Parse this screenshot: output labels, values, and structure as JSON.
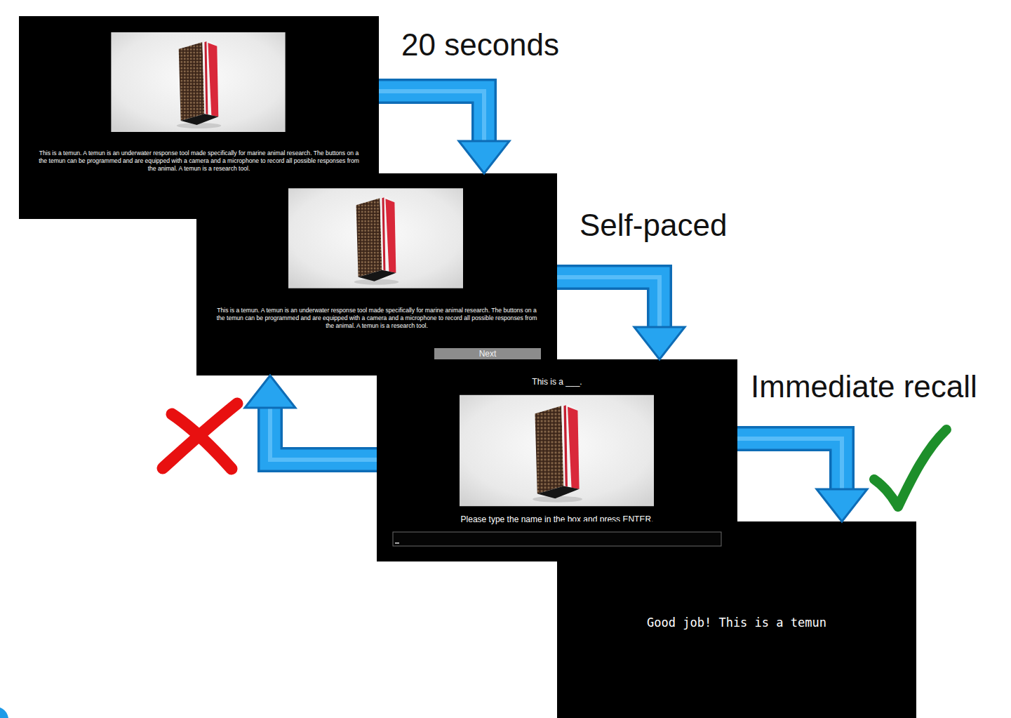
{
  "diagram": {
    "nodes": [
      {
        "text": [
          "This is a temun. A temun is an underwater response tool made specifically for marine animal research. The buttons on a the temun can be programmed and are equipped with a camera and a microphone to record all possible responses from the animal. A temun is a research tool."
        ]
      },
      {
        "text": [
          "This is a temun. A temun is an underwater response tool made specifically for marine animal research. The buttons on a the temun can be programmed and are equipped with a camera and a microphone to record all possible responses from the animal. A temun is a research tool."
        ]
      },
      {
        "text": [
          "Next"
        ],
        "in": 1
      },
      {
        "text": [
          "This is a ___.",
          "Please type the name in the box and press ENTER."
        ]
      },
      {
        "text": [
          "Good job! This is a temun"
        ]
      }
    ],
    "edges": [
      {
        "from": 0,
        "to": 1,
        "arrow": "to",
        "label": "20 seconds"
      },
      {
        "from": 1,
        "to": 3,
        "arrow": "to",
        "label": "Self-paced"
      },
      {
        "from": 3,
        "to": 4,
        "arrow": "to",
        "label": "Immediate recall"
      },
      {
        "from": 3,
        "to": 1,
        "arrow": "to"
      }
    ]
  }
}
